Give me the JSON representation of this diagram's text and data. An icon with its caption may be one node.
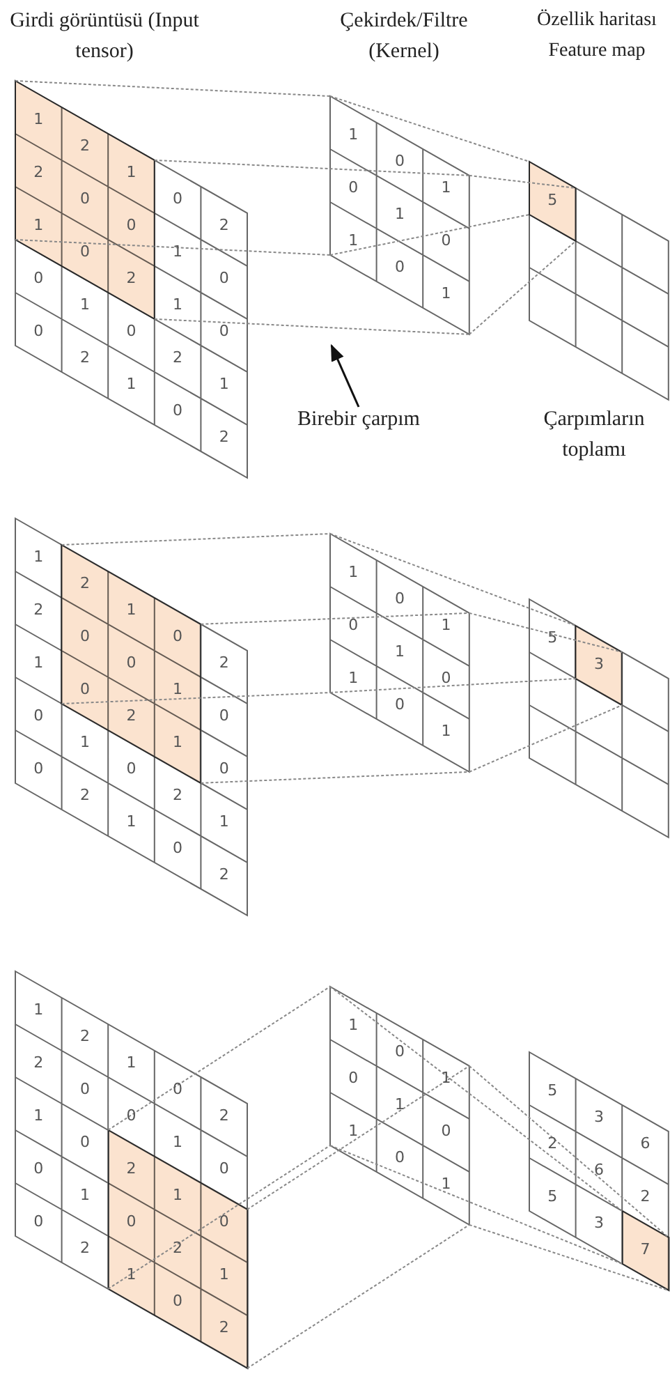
{
  "diagram": {
    "nodes": [
      {
        "text": [],
        "shape": "grid"
      },
      {
        "text": [],
        "shape": "box",
        "in": 0
      },
      {
        "text": [],
        "shape": "grid"
      },
      {
        "text": [],
        "shape": "grid"
      },
      {
        "text": [],
        "shape": "box",
        "in": 3
      },
      {
        "text": [],
        "shape": "grid"
      },
      {
        "text": [],
        "shape": "box",
        "in": 5
      },
      {
        "text": [],
        "shape": "grid"
      },
      {
        "text": [],
        "shape": "grid"
      },
      {
        "text": [],
        "shape": "box",
        "in": 8
      },
      {
        "text": [],
        "shape": "grid"
      },
      {
        "text": [],
        "shape": "box",
        "in": 10
      },
      {
        "text": [],
        "shape": "grid"
      },
      {
        "text": [],
        "shape": "grid"
      },
      {
        "text": [],
        "shape": "box",
        "in": 13
      },
      {
        "text": [
          "Birebir çarpım"
        ]
      }
    ],
    "edges": [
      {
        "from": 1,
        "to": 2,
        "arrow": "none",
        "style": "dashed"
      },
      {
        "from": 1,
        "to": 2,
        "arrow": "none",
        "style": "dashed"
      },
      {
        "from": 1,
        "to": 2,
        "arrow": "none",
        "style": "dashed"
      },
      {
        "from": 1,
        "to": 2,
        "arrow": "none",
        "style": "dashed"
      },
      {
        "from": 2,
        "to": 4,
        "arrow": "none",
        "style": "dashed"
      },
      {
        "from": 2,
        "to": 4,
        "arrow": "none",
        "style": "dashed"
      },
      {
        "from": 2,
        "to": 4,
        "arrow": "none",
        "style": "dashed"
      },
      {
        "from": 2,
        "to": 4,
        "arrow": "none",
        "style": "dashed"
      },
      {
        "from": 6,
        "to": 7,
        "arrow": "none",
        "style": "dashed"
      },
      {
        "from": 6,
        "to": 7,
        "arrow": "none",
        "style": "dashed"
      },
      {
        "from": 6,
        "to": 7,
        "arrow": "none",
        "style": "dashed"
      },
      {
        "from": 6,
        "to": 7,
        "arrow": "none",
        "style": "dashed"
      },
      {
        "from": 7,
        "to": 9,
        "arrow": "none",
        "style": "dashed"
      },
      {
        "from": 7,
        "to": 9,
        "arrow": "none",
        "style": "dashed"
      },
      {
        "from": 7,
        "to": 9,
        "arrow": "none",
        "style": "dashed"
      },
      {
        "from": 7,
        "to": 9,
        "arrow": "none",
        "style": "dashed"
      },
      {
        "from": 11,
        "to": 12,
        "arrow": "none",
        "style": "dashed"
      },
      {
        "from": 11,
        "to": 12,
        "arrow": "none",
        "style": "dashed"
      },
      {
        "from": 11,
        "to": 12,
        "arrow": "none",
        "style": "dashed"
      },
      {
        "from": 11,
        "to": 12,
        "arrow": "none",
        "style": "dashed"
      },
      {
        "from": 12,
        "to": 14,
        "arrow": "none",
        "style": "dashed"
      },
      {
        "from": 12,
        "to": 14,
        "arrow": "none",
        "style": "dashed"
      },
      {
        "from": 12,
        "to": 14,
        "arrow": "none",
        "style": "dashed"
      },
      {
        "from": 12,
        "to": 14,
        "arrow": "none",
        "style": "dashed"
      },
      {
        "from": 15,
        "to": null,
        "arrow": "to",
        "color": "#111111"
      }
    ],
    "labels": [
      "Girdi görüntüsü (Input tensor)",
      "Çekirdek/Filtre (Kernel)",
      "Özellik haritası Feature map",
      "1",
      "2",
      "1",
      "0",
      "2",
      "2",
      "0",
      "0",
      "1",
      "0",
      "1",
      "0",
      "2",
      "1",
      "0",
      "0",
      "1",
      "0",
      "2",
      "1",
      "0",
      "2",
      "1",
      "0",
      "2",
      "1",
      "0",
      "1",
      "0",
      "1",
      "0",
      "1",
      "0",
      "1",
      "5",
      "Çarpımların toplamı",
      "1",
      "2",
      "1",
      "0",
      "2",
      "2",
      "0",
      "0",
      "1",
      "0",
      "1",
      "0",
      "2",
      "1",
      "0",
      "0",
      "1",
      "0",
      "2",
      "1",
      "0",
      "2",
      "1",
      "0",
      "2",
      "1",
      "0",
      "1",
      "0",
      "1",
      "0",
      "1",
      "0",
      "1",
      "5",
      "3",
      "1",
      "2",
      "1",
      "0",
      "2",
      "2",
      "0",
      "0",
      "1",
      "0",
      "1",
      "0",
      "2",
      "1",
      "0",
      "0",
      "1",
      "0",
      "2",
      "1",
      "0",
      "2",
      "1",
      "0",
      "2",
      "1",
      "0",
      "1",
      "0",
      "1",
      "0",
      "1",
      "0",
      "1",
      "5",
      "3",
      "6",
      "2",
      "6",
      "2",
      "5",
      "3",
      "7"
    ]
  }
}
